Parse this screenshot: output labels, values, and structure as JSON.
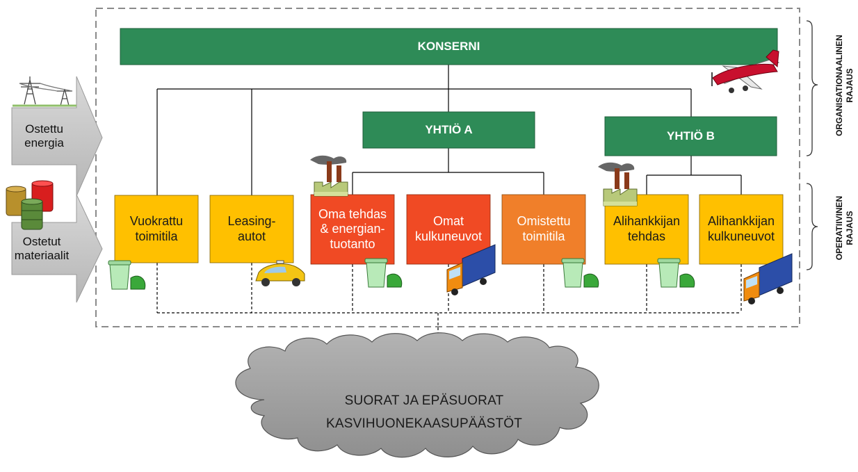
{
  "diagram": {
    "konserni": "KONSERNI",
    "company_a": "YHTIÖ A",
    "company_b": "YHTIÖ B",
    "units": [
      {
        "id": "vuokrattu",
        "label": "Vuokrattu toimitila",
        "color": "#ffc000",
        "text": "dark"
      },
      {
        "id": "leasing",
        "label": "Leasing-autot",
        "color": "#ffc000",
        "text": "dark"
      },
      {
        "id": "oma-tehdas",
        "label": "Oma tehdas & energian-tuotanto",
        "color": "#f04a24",
        "text": "light"
      },
      {
        "id": "omat-kulkuneuvot",
        "label": "Omat kulkuneuvot",
        "color": "#f04a24",
        "text": "light"
      },
      {
        "id": "omistettu",
        "label": "Omistettu toimitila",
        "color": "#f07f2a",
        "text": "light"
      },
      {
        "id": "alihankkijan-tehdas",
        "label": "Alihankkijan tehdas",
        "color": "#ffc000",
        "text": "dark"
      },
      {
        "id": "alihankkijan-kulkuneuvot",
        "label": "Alihankkijan kulkuneuvot",
        "color": "#ffc000",
        "text": "dark"
      }
    ],
    "inputs": {
      "energy": "Ostettu energia",
      "materials": "Ostetut materiaalit"
    },
    "cloud": {
      "line1": "SUORAT JA EPÄSUORAT",
      "line2": "KASVIHUONEKAASUPÄÄSTÖT"
    },
    "boundaries": {
      "organizational": {
        "line1": "ORGANISATIONAALINEN",
        "line2": "RAJAUS"
      },
      "operational": {
        "line1": "OPERATIIVINEN",
        "line2": "RAJAUS"
      }
    },
    "colors": {
      "green": "#2e8b57",
      "yellow": "#ffc000",
      "red_orange": "#f04a24",
      "orange": "#f07f2a",
      "arrow_grey": "#c8c8c8",
      "cloud_grey": "#a6a6a6"
    },
    "icons": [
      "power-line-icon",
      "oil-barrels-icon",
      "airplane-icon",
      "factory-icon",
      "trash-bin-icon",
      "taxi-car-icon",
      "truck-icon"
    ]
  }
}
